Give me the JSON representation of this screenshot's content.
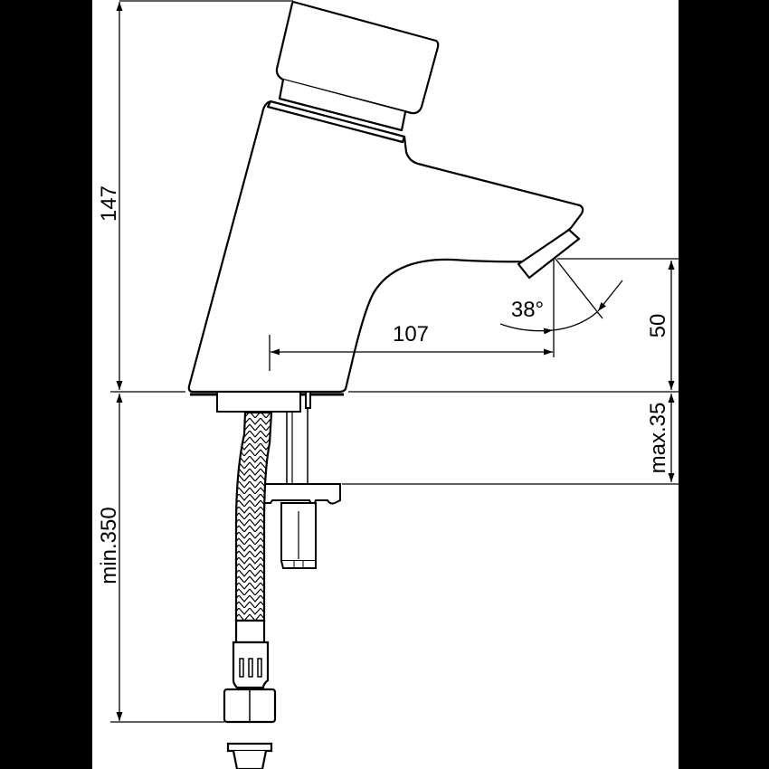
{
  "drawing": {
    "subject": "self-closing basin tap, side view",
    "colors": {
      "background": "#000000",
      "sheet": "#ffffff",
      "line": "#000000"
    },
    "dimensions": {
      "total_height": "147",
      "spout_projection": "107",
      "spout_height": "50",
      "spray_angle": "38°",
      "max_deck_thickness": "max.35",
      "min_hose_length": "min.350"
    }
  }
}
